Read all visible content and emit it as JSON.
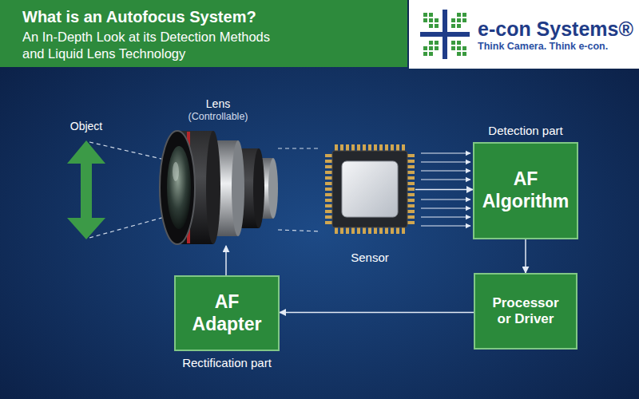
{
  "diagram": {
    "title": "What is an Autofocus System?",
    "nodes": [
      {
        "text": [
          "e-con Systems®",
          "Think Camera. Think e-con."
        ]
      },
      {
        "text": [
          "Lens",
          "(Controllable)"
        ]
      },
      {
        "text": [
          "Sensor"
        ]
      },
      {
        "text": [
          "Detection part",
          "AF Algorithm"
        ]
      },
      {
        "text": [
          "Processor or Driver"
        ]
      },
      {
        "text": [
          "AF Adapter",
          "Rectification part"
        ]
      }
    ],
    "edges": [
      {
        "from": 2,
        "to": 3,
        "arrow": "to"
      },
      {
        "from": 3,
        "to": 4,
        "arrow": "to"
      },
      {
        "from": 4,
        "to": 5,
        "arrow": "to"
      },
      {
        "from": 5,
        "to": 1,
        "arrow": "to"
      }
    ],
    "labels": [
      "An In-Depth Look at its Detection Methods and Liquid Lens Technology",
      "Object"
    ]
  }
}
